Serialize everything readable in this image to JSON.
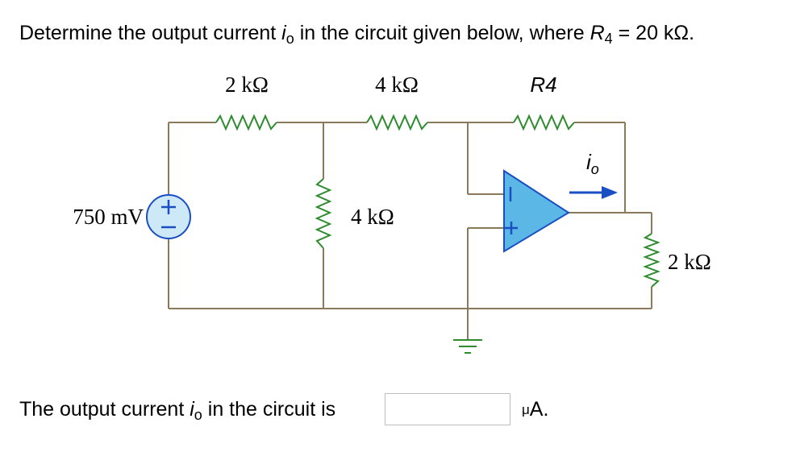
{
  "question": {
    "prefix": "Determine the output current ",
    "var_main": "i",
    "var_sub": "o",
    "middle": " in the circuit given below, where ",
    "r_main": "R",
    "r_sub": "4",
    "suffix": " = 20 kΩ."
  },
  "circuit": {
    "r1": "2 kΩ",
    "r2": "4 kΩ",
    "r4": "R4",
    "r3": "4 kΩ",
    "rload": "2 kΩ",
    "source": "750 mV",
    "io_main": "i",
    "io_sub": "o",
    "colors": {
      "wire": "#8a7a5a",
      "resistor": "#2e8b2e",
      "opamp_fill": "#5bb8e6",
      "source_fill": "#cde8f7",
      "arrow": "#1a4fc4"
    }
  },
  "answer": {
    "prefix": "The output current ",
    "var_main": "i",
    "var_sub": "o",
    "suffix": " in the circuit is",
    "input_value": "",
    "unit_mu": "μ",
    "unit_rest": "A."
  }
}
